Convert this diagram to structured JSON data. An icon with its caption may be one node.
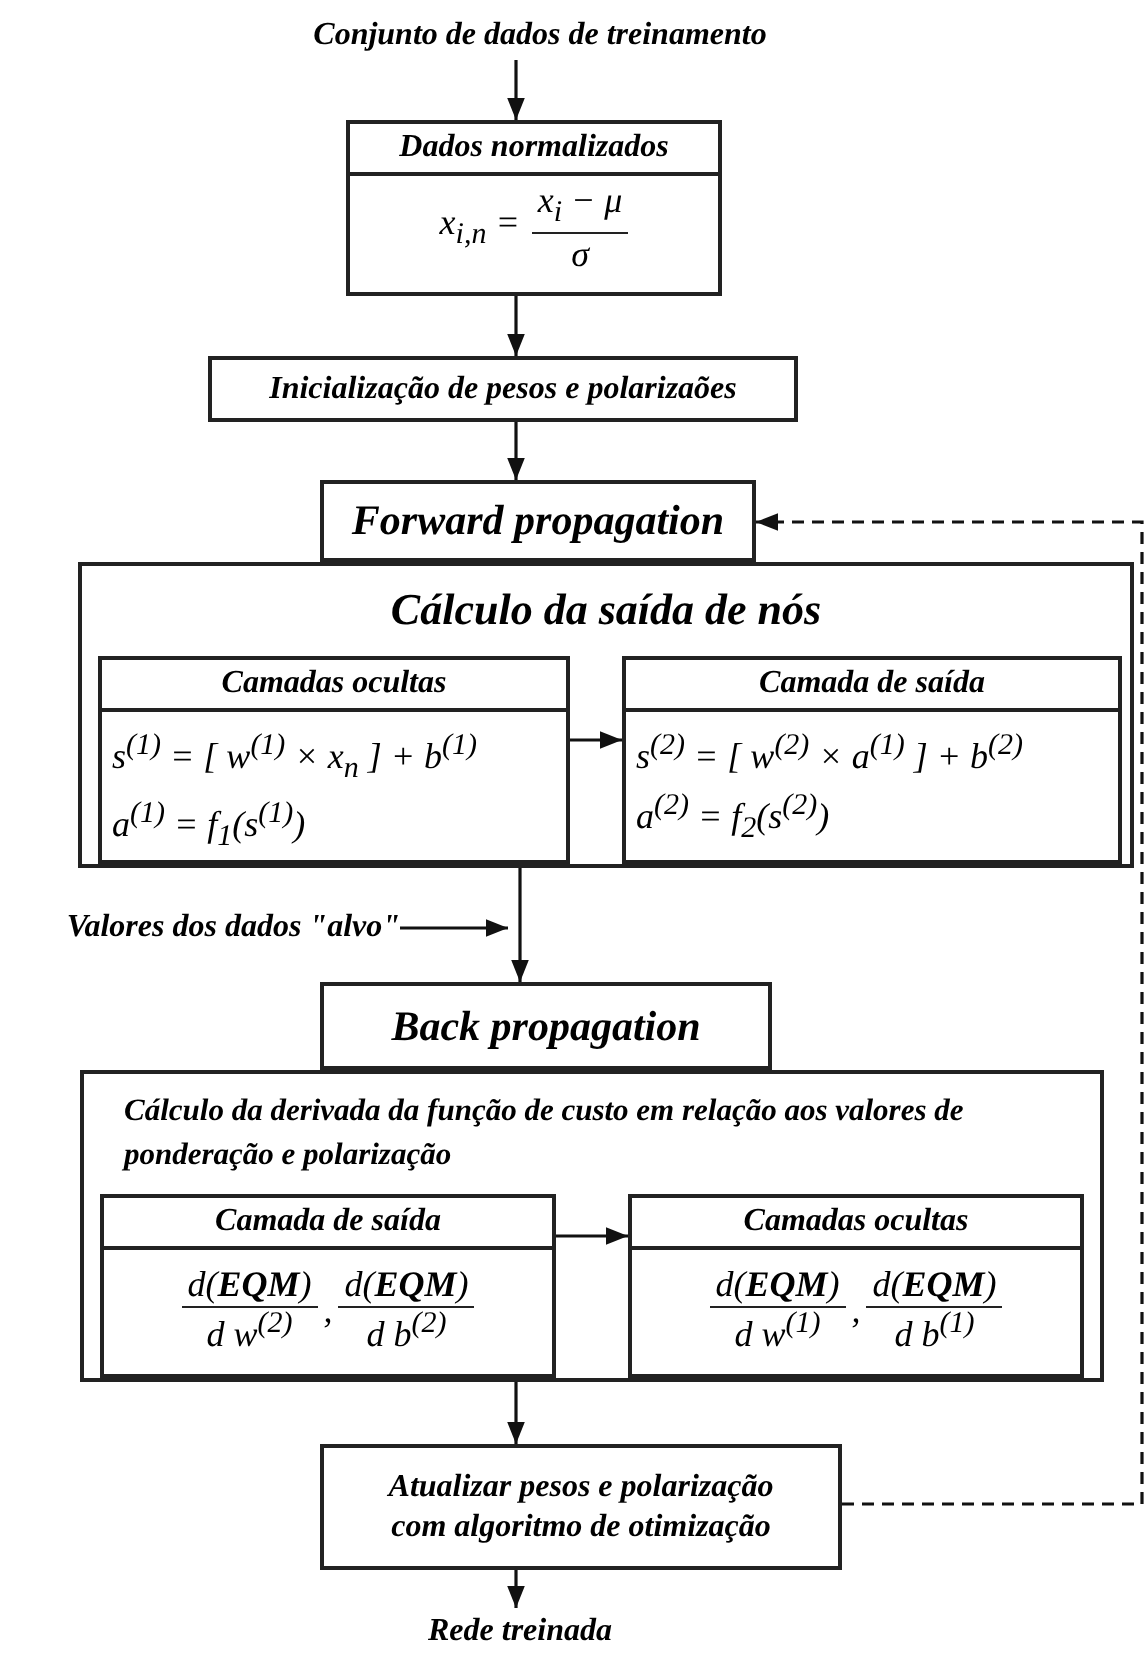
{
  "diagram": {
    "nodes": [
      {
        "text": [
          "Conjunto de dados de treinamento"
        ]
      },
      {
        "text": [
          "Dados normalizados",
          "x$_{i,n}$ =",
          "x$_{i}$ − μ",
          "σ"
        ]
      },
      {
        "text": [
          "Inicialização de pesos e polarizaões"
        ]
      },
      {
        "text": [
          "Forward propagation"
        ]
      },
      {
        "text": [
          "Cálculo da saída de nós"
        ]
      },
      {
        "text": [
          "Camadas ocultas",
          "s$^{(1)}$ = [ w$^{(1)}$ × x$_{n}$ ] + b$^{(1)}$",
          "a$^{(1)}$ = f$_{1}$(s$^{(1)}$)"
        ],
        "in": 4
      },
      {
        "text": [
          "Camada de saída",
          "s$^{(2)}$ = [ w$^{(2)}$ × a$^{(1)}$ ] + b$^{(2)}$",
          "a$^{(2)}$ = f$_{2}$(s$^{(2)}$)"
        ],
        "in": 4
      },
      {
        "text": [
          "Valores dos dados \"alvo\""
        ]
      },
      {
        "text": [
          "Back propagation"
        ]
      },
      {
        "text": [
          "Cálculo da derivada da função de custo em relação aos valores de ponderação e polarização"
        ]
      },
      {
        "text": [
          "Camada de saída",
          "d(**EQM**)",
          "d w$^{(2)}$",
          ",",
          "d(**EQM**)",
          "d b$^{(2)}$"
        ],
        "in": 9
      },
      {
        "text": [
          "Camadas ocultas",
          "d(**EQM**)",
          "d w$^{(1)}$",
          ",",
          "d(**EQM**)",
          "d b$^{(1)}$"
        ],
        "in": 9
      },
      {
        "text": [
          "Atualizar pesos e polarização com algoritmo de otimização"
        ]
      },
      {
        "text": [
          "Rede treinada"
        ]
      }
    ],
    "edges": [
      {
        "from": 0,
        "to": 1,
        "arrow": "to"
      },
      {
        "from": 1,
        "to": 2,
        "arrow": "to"
      },
      {
        "from": 2,
        "to": 3,
        "arrow": "to"
      },
      {
        "from": 5,
        "to": 6,
        "arrow": "to"
      },
      {
        "from": 4,
        "to": 8,
        "arrow": "to"
      },
      {
        "from": 7,
        "to": null,
        "arrow": "to"
      },
      {
        "from": 10,
        "to": 11,
        "arrow": "to"
      },
      {
        "from": 9,
        "to": 12,
        "arrow": "to"
      },
      {
        "from": 12,
        "to": 13,
        "arrow": "to"
      },
      {
        "from": 12,
        "to": 3,
        "arrow": "to",
        "style": "dashed"
      }
    ]
  }
}
